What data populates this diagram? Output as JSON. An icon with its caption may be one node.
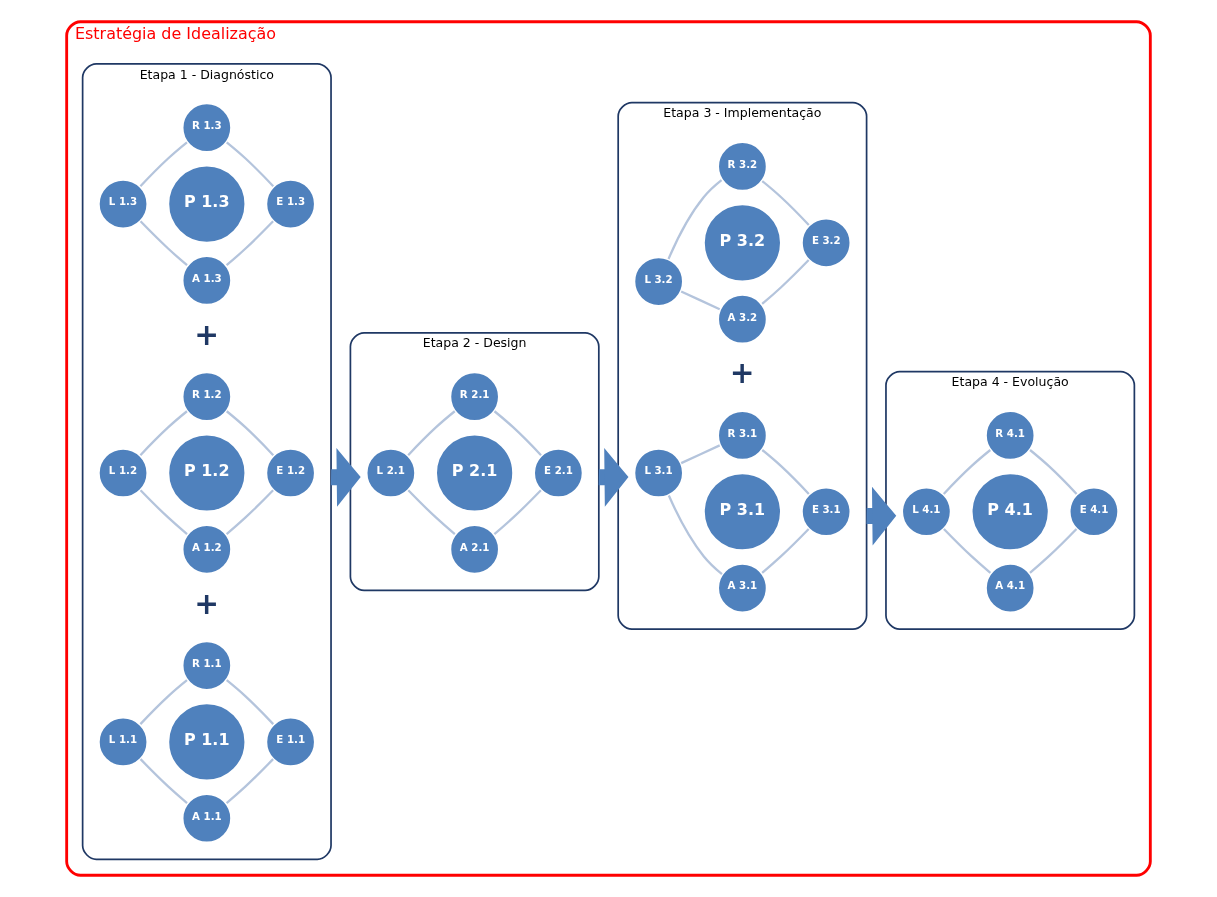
{
  "diagram": {
    "nodes": [
      {
        "text": [
          "Estratégia de Idealização"
        ]
      },
      {
        "text": [
          "Etapa 1 - Diagnóstico"
        ],
        "in": 0
      },
      {
        "text": [
          "A 1.1"
        ],
        "in": 1
      },
      {
        "text": [
          "L 1.1"
        ],
        "in": 1
      },
      {
        "text": [
          "P 1.1"
        ],
        "in": 1
      },
      {
        "text": [
          "E 1.1"
        ],
        "in": 1
      },
      {
        "text": [
          "R 1.1"
        ],
        "in": 1
      },
      {
        "text": [
          "A 1.2"
        ],
        "in": 1
      },
      {
        "text": [
          "L 1.2"
        ],
        "in": 1
      },
      {
        "text": [
          "P 1.2"
        ],
        "in": 1
      },
      {
        "text": [
          "E 1.2"
        ],
        "in": 1
      },
      {
        "text": [
          "R 1.2"
        ],
        "in": 1
      },
      {
        "text": [
          "A 1.3"
        ],
        "in": 1
      },
      {
        "text": [
          "L 1.3"
        ],
        "in": 1
      },
      {
        "text": [
          "P 1.3"
        ],
        "in": 1
      },
      {
        "text": [
          "E 1.3"
        ],
        "in": 1
      },
      {
        "text": [
          "R 1.3"
        ],
        "in": 1
      },
      {
        "text": [
          "Etapa 2 - Design"
        ],
        "in": 0
      },
      {
        "text": [
          "A 2.1"
        ],
        "in": 17
      },
      {
        "text": [
          "L 2.1"
        ],
        "in": 17
      },
      {
        "text": [
          "P 2.1"
        ],
        "in": 17
      },
      {
        "text": [
          "E 2.1"
        ],
        "in": 17
      },
      {
        "text": [
          "R 2.1"
        ],
        "in": 17
      },
      {
        "text": [
          "Etapa 3 - Implementação"
        ],
        "in": 0
      },
      {
        "text": [
          "A 3.1"
        ],
        "in": 23
      },
      {
        "text": [
          "L 3.1"
        ],
        "in": 23
      },
      {
        "text": [
          "P 3.1"
        ],
        "in": 23
      },
      {
        "text": [
          "E 3.1"
        ],
        "in": 23
      },
      {
        "text": [
          "R 3.1"
        ],
        "in": 23
      },
      {
        "text": [
          "A 3.2"
        ],
        "in": 23
      },
      {
        "text": [
          "L 3.2"
        ],
        "in": 23
      },
      {
        "text": [
          "P 3.2"
        ],
        "in": 23
      },
      {
        "text": [
          "E 3.2"
        ],
        "in": 23
      },
      {
        "text": [
          "R 3.2"
        ],
        "in": 23
      },
      {
        "text": [
          "Etapa 4 - Evolução"
        ],
        "in": 0
      },
      {
        "text": [
          "A 4.1"
        ],
        "in": 34
      },
      {
        "text": [
          "L 4.1"
        ],
        "in": 34
      },
      {
        "text": [
          "P 4.1"
        ],
        "in": 34
      },
      {
        "text": [
          "E 4.1"
        ],
        "in": 34
      },
      {
        "text": [
          "R 4.1"
        ],
        "in": 34
      }
    ],
    "edges": [
      {
        "from": 3,
        "to": 2,
        "arrow": "none"
      },
      {
        "from": 2,
        "to": 5,
        "arrow": "none"
      },
      {
        "from": 3,
        "to": 6,
        "arrow": "none"
      },
      {
        "from": 6,
        "to": 5,
        "arrow": "none"
      },
      {
        "from": 8,
        "to": 7,
        "arrow": "none"
      },
      {
        "from": 7,
        "to": 10,
        "arrow": "none"
      },
      {
        "from": 8,
        "to": 11,
        "arrow": "none"
      },
      {
        "from": 11,
        "to": 10,
        "arrow": "none"
      },
      {
        "from": 13,
        "to": 12,
        "arrow": "none"
      },
      {
        "from": 12,
        "to": 15,
        "arrow": "none"
      },
      {
        "from": 13,
        "to": 16,
        "arrow": "none"
      },
      {
        "from": 16,
        "to": 15,
        "arrow": "none"
      },
      {
        "from": 19,
        "to": 18,
        "arrow": "none"
      },
      {
        "from": 18,
        "to": 21,
        "arrow": "none"
      },
      {
        "from": 19,
        "to": 22,
        "arrow": "none"
      },
      {
        "from": 22,
        "to": 21,
        "arrow": "none"
      },
      {
        "from": 25,
        "to": 24,
        "arrow": "none"
      },
      {
        "from": 24,
        "to": 27,
        "arrow": "none"
      },
      {
        "from": 25,
        "to": 28,
        "arrow": "none"
      },
      {
        "from": 28,
        "to": 27,
        "arrow": "none"
      },
      {
        "from": 30,
        "to": 29,
        "arrow": "none"
      },
      {
        "from": 29,
        "to": 32,
        "arrow": "none"
      },
      {
        "from": 30,
        "to": 33,
        "arrow": "none"
      },
      {
        "from": 33,
        "to": 32,
        "arrow": "none"
      },
      {
        "from": 36,
        "to": 35,
        "arrow": "none"
      },
      {
        "from": 35,
        "to": 38,
        "arrow": "none"
      },
      {
        "from": 36,
        "to": 39,
        "arrow": "none"
      },
      {
        "from": 39,
        "to": 38,
        "arrow": "none"
      },
      {
        "from": 1,
        "to": 17,
        "arrow": "to",
        "style": "thick",
        "color": "#4f81bd"
      },
      {
        "from": 17,
        "to": 23,
        "arrow": "to",
        "style": "thick",
        "color": "#4f81bd"
      },
      {
        "from": 23,
        "to": 34,
        "arrow": "to",
        "style": "thick",
        "color": "#4f81bd"
      }
    ],
    "labels": [
      "+",
      "+",
      "+"
    ]
  }
}
